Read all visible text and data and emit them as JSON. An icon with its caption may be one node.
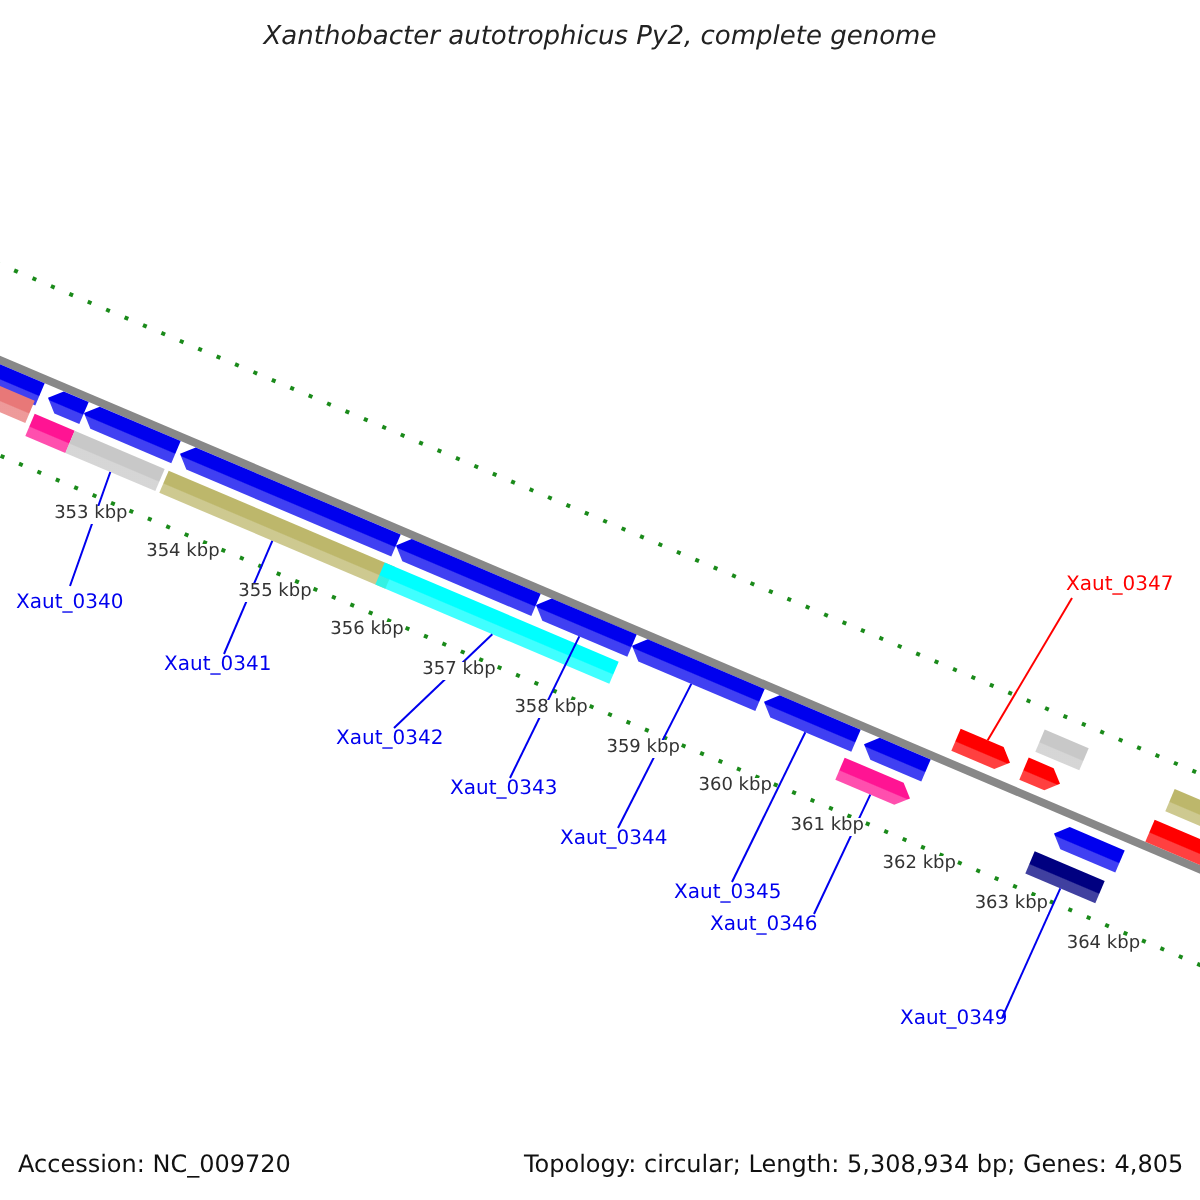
{
  "diagram": {
    "title": "Xanthobacter autotrophicus Py2, complete genome",
    "nodes": [
      {
        "text": [
          "Xaut_0347"
        ]
      },
      {
        "text": [
          "Xaut_0340"
        ]
      },
      {
        "text": [
          "Xaut_0341"
        ]
      },
      {
        "text": [
          "Xaut_0342"
        ]
      },
      {
        "text": [
          "Xaut_0343"
        ]
      },
      {
        "text": [
          "Xaut_0344"
        ]
      },
      {
        "text": [
          "Xaut_0345"
        ]
      },
      {
        "text": [
          "Xaut_0346"
        ]
      },
      {
        "text": [
          "Xaut_0349"
        ]
      },
      {
        "text": [],
        "shape": "box"
      },
      {
        "text": [],
        "shape": "arrow"
      },
      {
        "text": [],
        "shape": "box"
      },
      {
        "text": [],
        "shape": "arrow"
      },
      {
        "text": [],
        "shape": "box"
      },
      {
        "text": [],
        "shape": "arrow"
      },
      {
        "text": [],
        "shape": "box"
      },
      {
        "text": [],
        "shape": "arrow"
      },
      {
        "text": [],
        "shape": "box"
      },
      {
        "text": [],
        "shape": "arrow"
      },
      {
        "text": [],
        "shape": "arrow"
      },
      {
        "text": [],
        "shape": "arrow"
      },
      {
        "text": [],
        "shape": "arrow"
      },
      {
        "text": [],
        "shape": "arrow"
      },
      {
        "text": [],
        "shape": "arrow"
      },
      {
        "text": [],
        "shape": "arrow"
      },
      {
        "text": [],
        "shape": "arrow"
      },
      {
        "text": [],
        "shape": "box"
      },
      {
        "text": [],
        "shape": "box"
      },
      {
        "text": [],
        "shape": "arrow"
      },
      {
        "text": [],
        "shape": "arrow"
      },
      {
        "text": [],
        "shape": "box"
      }
    ],
    "edges": [
      {
        "from": 1,
        "to": 13,
        "arrow": "none"
      },
      {
        "from": 2,
        "to": 15,
        "arrow": "none"
      },
      {
        "from": 3,
        "to": 17,
        "arrow": "none"
      },
      {
        "from": 4,
        "to": 19,
        "arrow": "none"
      },
      {
        "from": 5,
        "to": 20,
        "arrow": "none"
      },
      {
        "from": 6,
        "to": 21,
        "arrow": "none"
      },
      {
        "from": 7,
        "to": 22,
        "arrow": "none"
      },
      {
        "from": 0,
        "to": 24,
        "arrow": "none",
        "color": "#ff0000"
      },
      {
        "from": 8,
        "to": 26,
        "arrow": "none"
      }
    ],
    "labels": [
      "353 kbp",
      "354 kbp",
      "355 kbp",
      "356 kbp",
      "357 kbp",
      "358 kbp",
      "359 kbp",
      "360 kbp",
      "361 kbp",
      "362 kbp",
      "363 kbp",
      "364 kbp",
      "Accession: NC_009720",
      "Topology: circular; Length: 5,308,934 bp; Genes: 4,805"
    ]
  }
}
